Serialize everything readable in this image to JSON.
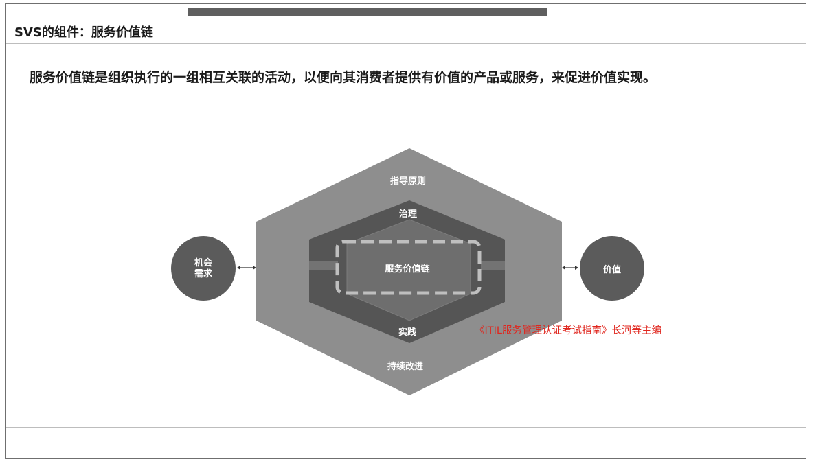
{
  "slide": {
    "title": "SVS的组件：服务价值链",
    "lead": "服务价值链是组织执行的一组相互关联的活动，以便向其消费者提供有价值的产品或服务，来促进价值实现。"
  },
  "diagram": {
    "outer_label": "指导原则",
    "governance_label": "治理",
    "core_label": "服务价值链",
    "practices_label": "实践",
    "improvement_label": "持续改进",
    "left_circle_line1": "机会",
    "left_circle_line2": "需求",
    "right_circle_label": "价值"
  },
  "source_note": "《ITIL服务管理认证考试指南》长河等主编",
  "colors": {
    "outer_hexagon": "#8e8e8e",
    "middle_hexagon": "#555555",
    "inner_hexagon": "#6e6e6e",
    "circles": "#5b5b5b",
    "dashes": "#bfbfbf",
    "source_note": "#e0261e"
  }
}
